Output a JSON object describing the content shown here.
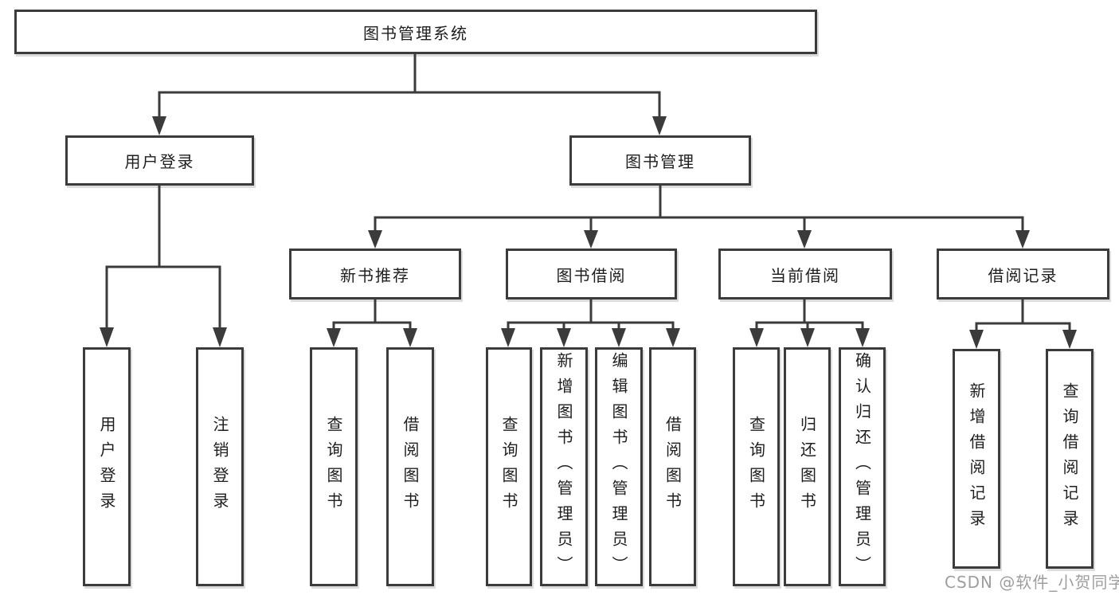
{
  "diagram": {
    "root": {
      "label": "图书管理系统"
    },
    "level2": [
      {
        "label": "用户登录"
      },
      {
        "label": "图书管理"
      }
    ],
    "level3": [
      {
        "label": "新书推荐",
        "parent": "图书管理"
      },
      {
        "label": "图书借阅",
        "parent": "图书管理"
      },
      {
        "label": "当前借阅",
        "parent": "图书管理"
      },
      {
        "label": "借阅记录",
        "parent": "图书管理"
      }
    ],
    "level4": [
      {
        "label": "用户登录",
        "parent": "用户登录"
      },
      {
        "label": "注销登录",
        "parent": "用户登录"
      },
      {
        "label": "查询图书",
        "parent": "新书推荐"
      },
      {
        "label": "借阅图书",
        "parent": "新书推荐"
      },
      {
        "label": "查询图书",
        "parent": "图书借阅"
      },
      {
        "label": "新增图书（管理员）",
        "parent": "图书借阅"
      },
      {
        "label": "编辑图书（管理员）",
        "parent": "图书借阅"
      },
      {
        "label": "借阅图书",
        "parent": "图书借阅"
      },
      {
        "label": "查询图书",
        "parent": "当前借阅"
      },
      {
        "label": "归还图书",
        "parent": "当前借阅"
      },
      {
        "label": "确认归还（管理员）",
        "parent": "当前借阅"
      },
      {
        "label": "新增借阅记录",
        "parent": "借阅记录"
      },
      {
        "label": "查询借阅记录",
        "parent": "借阅记录"
      }
    ]
  },
  "watermark": {
    "text": "CSDN @软件_小贺同学"
  },
  "colors": {
    "line": "#3b3b3b",
    "box_border": "#3b3b3b",
    "text": "#1e1e1e",
    "watermark": "#9e9e9e",
    "background": "#ffffff"
  }
}
